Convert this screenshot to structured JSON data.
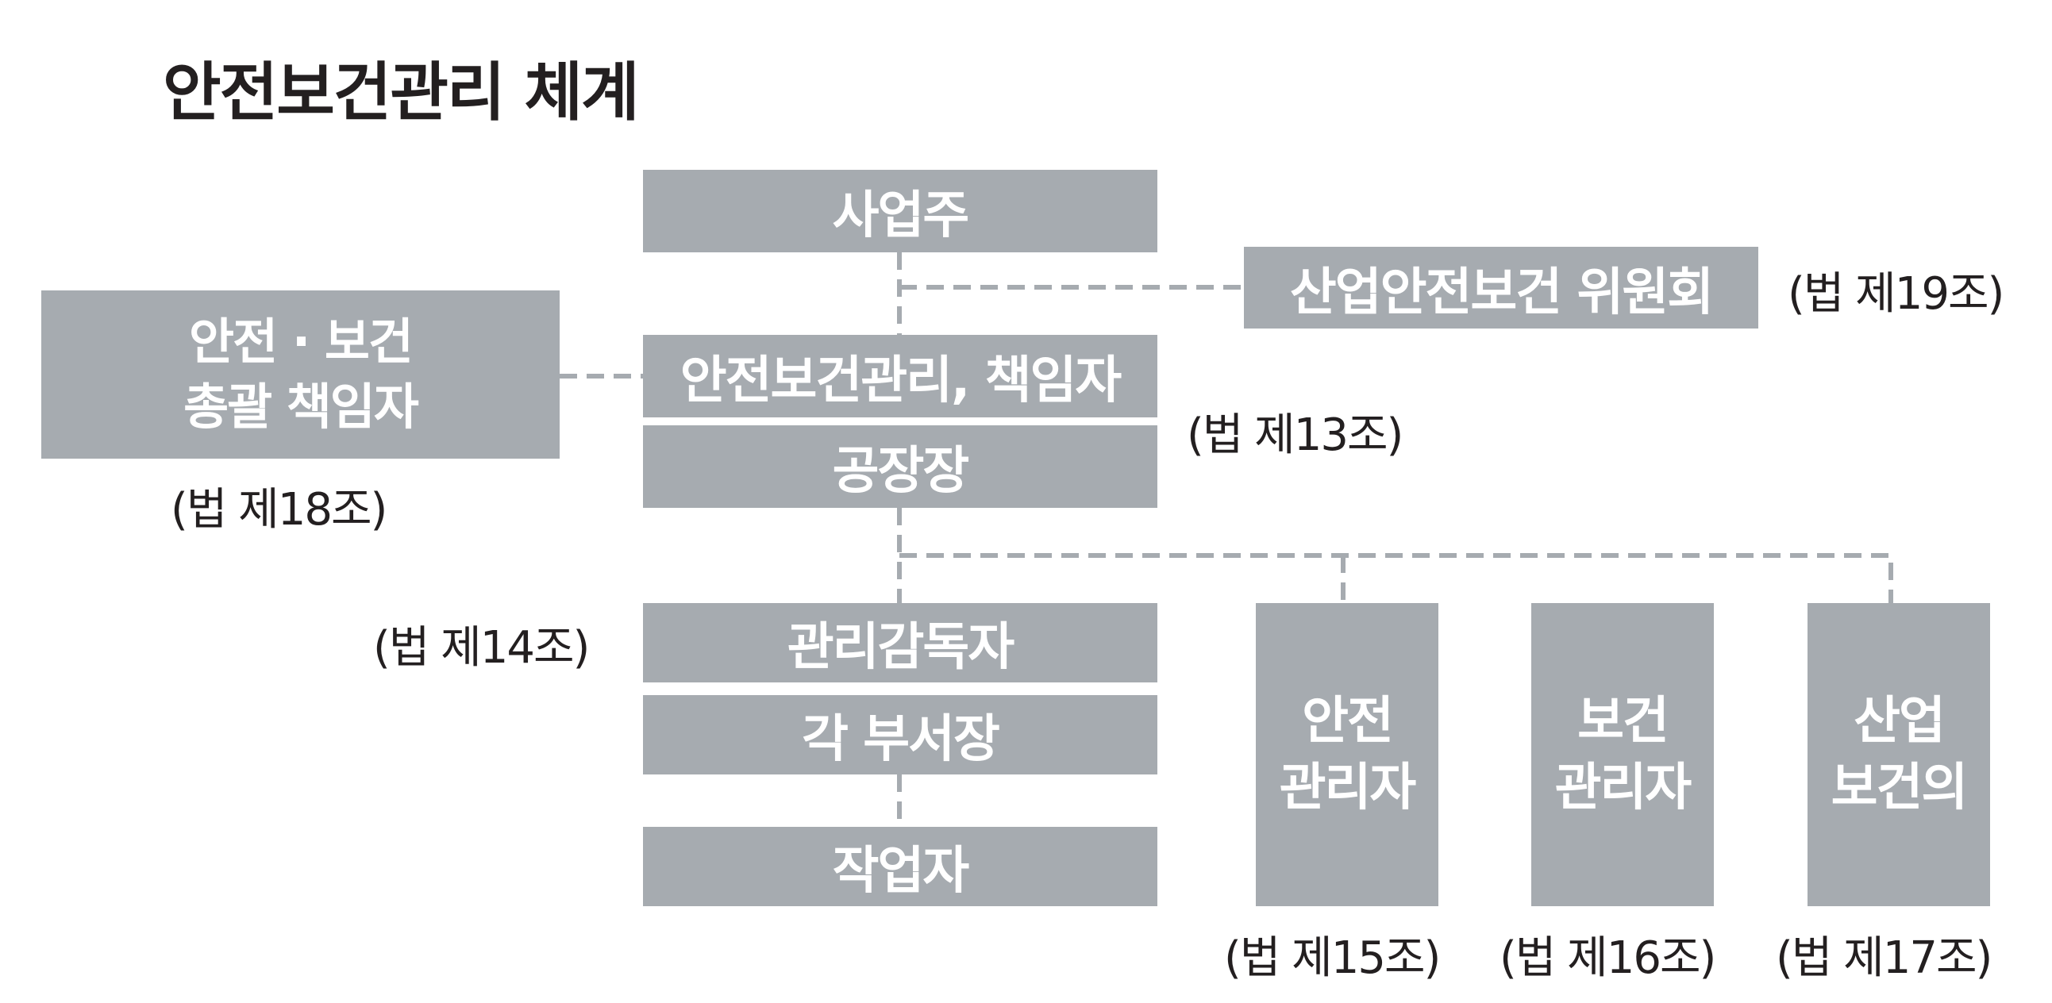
{
  "title": "안전보건관리 체계",
  "boxes": {
    "owner": "사업주",
    "committee": "산업안전보건 위원회",
    "general_line1": "안전 · 보건",
    "general_line2": "총괄 책임자",
    "manager": "안전보건관리, 책임자",
    "factory": "공장장",
    "supervisor": "관리감독자",
    "departments": "각 부서장",
    "workers": "작업자",
    "safety_line1": "안전",
    "safety_line2": "관리자",
    "health_line1": "보건",
    "health_line2": "관리자",
    "doctor_line1": "산업",
    "doctor_line2": "보건의"
  },
  "notes": {
    "committee": "(법 제19조)",
    "general": "(법 제18조)",
    "manager": "(법 제13조)",
    "supervisor": "(법 제14조)",
    "safety": "(법 제15조)",
    "health": "(법 제16조)",
    "doctor": "(법 제17조)"
  },
  "colors": {
    "box": "#a6abb0",
    "box_text": "#ffffff",
    "connector": "#a6abb0",
    "text": "#231f20"
  }
}
